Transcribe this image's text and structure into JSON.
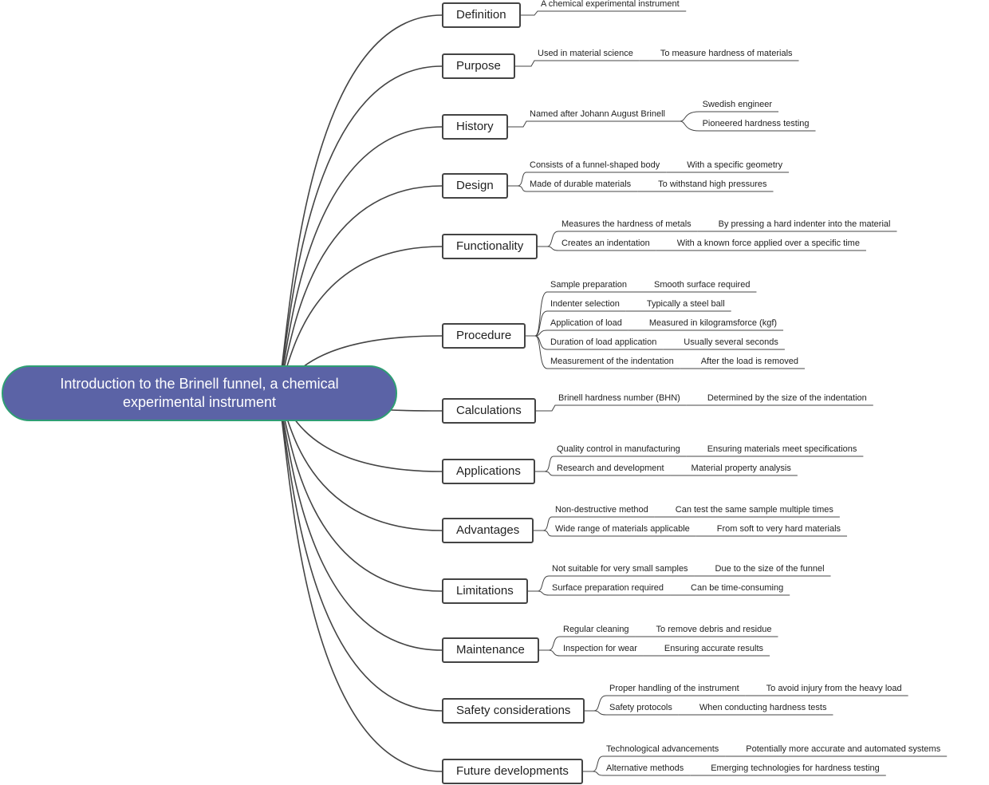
{
  "root": {
    "title": "Introduction to the Brinell funnel, a chemical experimental instrument"
  },
  "colors": {
    "root_fill": "#5b63a6",
    "root_border": "#2e9e73",
    "line": "#444444",
    "text": "#222222"
  },
  "branches": [
    {
      "label": "Definition",
      "children": [
        {
          "text": "A chemical experimental instrument",
          "children": []
        }
      ]
    },
    {
      "label": "Purpose",
      "children": [
        {
          "text": "Used in material science",
          "children": [
            {
              "text": "To measure hardness of materials"
            }
          ]
        }
      ]
    },
    {
      "label": "History",
      "children": [
        {
          "text": "Named after Johann August Brinell",
          "children": [
            {
              "text": "Swedish engineer"
            },
            {
              "text": "Pioneered hardness testing"
            }
          ]
        }
      ]
    },
    {
      "label": "Design",
      "children": [
        {
          "text": "Consists of a funnel-shaped body",
          "children": [
            {
              "text": "With a specific geometry"
            }
          ]
        },
        {
          "text": "Made of durable materials",
          "children": [
            {
              "text": "To withstand high pressures"
            }
          ]
        }
      ]
    },
    {
      "label": "Functionality",
      "children": [
        {
          "text": "Measures the hardness of metals",
          "children": [
            {
              "text": "By pressing a hard indenter into the material"
            }
          ]
        },
        {
          "text": "Creates an indentation",
          "children": [
            {
              "text": "With a known force applied over a specific time"
            }
          ]
        }
      ]
    },
    {
      "label": "Procedure",
      "children": [
        {
          "text": "Sample preparation",
          "children": [
            {
              "text": "Smooth surface required"
            }
          ]
        },
        {
          "text": "Indenter selection",
          "children": [
            {
              "text": "Typically a steel ball"
            }
          ]
        },
        {
          "text": "Application of load",
          "children": [
            {
              "text": "Measured in kilogramsforce (kgf)"
            }
          ]
        },
        {
          "text": "Duration of load application",
          "children": [
            {
              "text": "Usually several seconds"
            }
          ]
        },
        {
          "text": "Measurement of the indentation",
          "children": [
            {
              "text": "After the load is removed"
            }
          ]
        }
      ]
    },
    {
      "label": "Calculations",
      "children": [
        {
          "text": "Brinell hardness number (BHN)",
          "children": [
            {
              "text": "Determined by the size of the indentation"
            }
          ]
        }
      ]
    },
    {
      "label": "Applications",
      "children": [
        {
          "text": "Quality control in manufacturing",
          "children": [
            {
              "text": "Ensuring materials meet specifications"
            }
          ]
        },
        {
          "text": "Research and development",
          "children": [
            {
              "text": "Material property analysis"
            }
          ]
        }
      ]
    },
    {
      "label": "Advantages",
      "children": [
        {
          "text": "Non-destructive method",
          "children": [
            {
              "text": "Can test the same sample multiple times"
            }
          ]
        },
        {
          "text": "Wide range of materials applicable",
          "children": [
            {
              "text": "From soft to very hard materials"
            }
          ]
        }
      ]
    },
    {
      "label": "Limitations",
      "children": [
        {
          "text": "Not suitable for very small samples",
          "children": [
            {
              "text": "Due to the size of the funnel"
            }
          ]
        },
        {
          "text": "Surface preparation required",
          "children": [
            {
              "text": "Can be time-consuming"
            }
          ]
        }
      ]
    },
    {
      "label": "Maintenance",
      "children": [
        {
          "text": "Regular cleaning",
          "children": [
            {
              "text": "To remove debris and residue"
            }
          ]
        },
        {
          "text": "Inspection for wear",
          "children": [
            {
              "text": "Ensuring accurate results"
            }
          ]
        }
      ]
    },
    {
      "label": "Safety considerations",
      "children": [
        {
          "text": "Proper handling of the instrument",
          "children": [
            {
              "text": "To avoid injury from the heavy load"
            }
          ]
        },
        {
          "text": "Safety protocols",
          "children": [
            {
              "text": "When conducting hardness tests"
            }
          ]
        }
      ]
    },
    {
      "label": "Future developments",
      "children": [
        {
          "text": "Technological advancements",
          "children": [
            {
              "text": "Potentially more accurate and automated systems"
            }
          ]
        },
        {
          "text": "Alternative methods",
          "children": [
            {
              "text": "Emerging technologies for hardness testing"
            }
          ]
        }
      ]
    }
  ]
}
